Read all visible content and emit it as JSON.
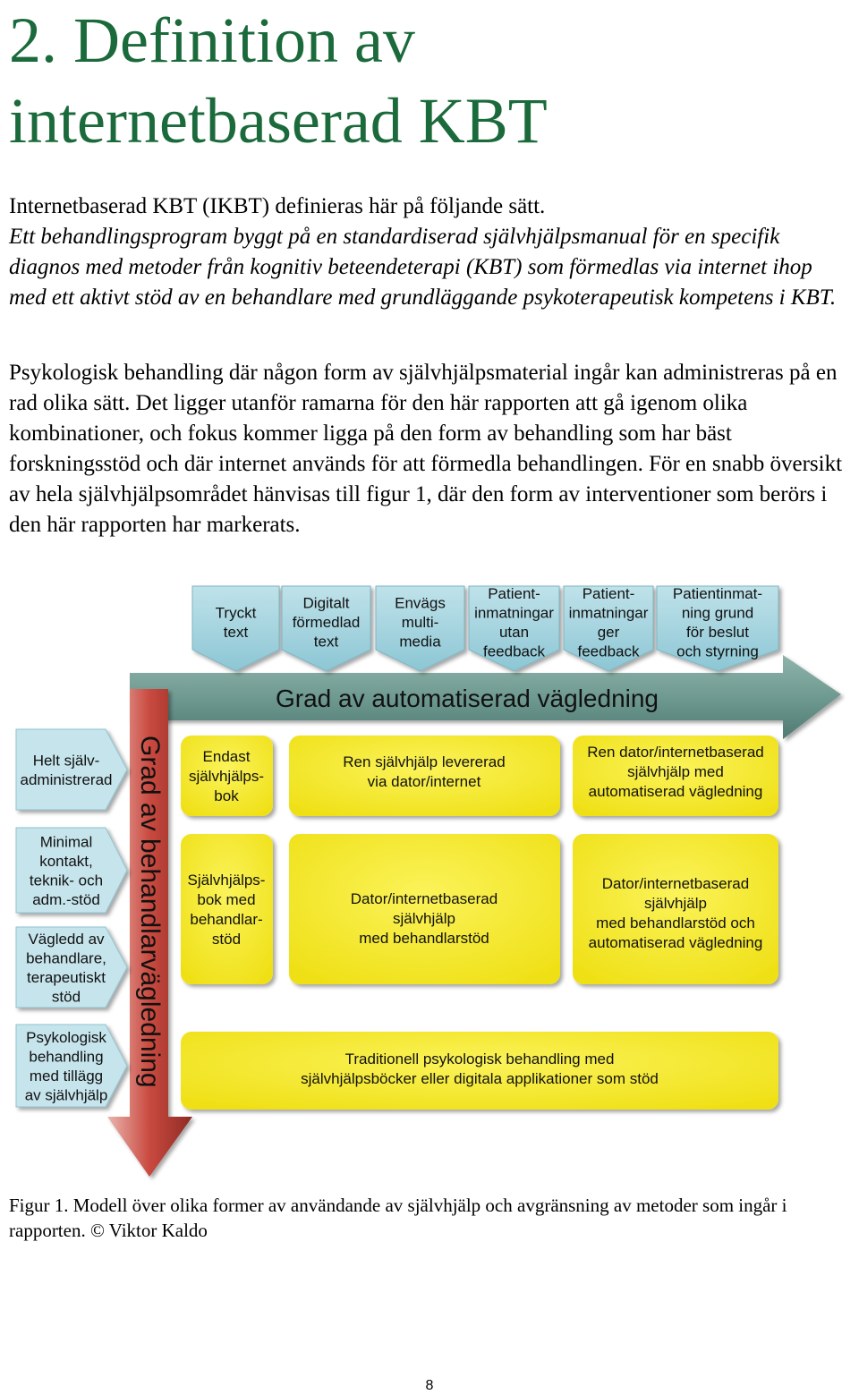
{
  "heading": {
    "line1": "2. Definition av",
    "line2": "internetbaserad KBT"
  },
  "intro": "Internetbaserad KBT (IKBT) definieras här på följande sätt.",
  "definition": "Ett behandlingsprogram byggt på en standardiserad självhjälpsmanual för en specifik diagnos med metoder från kognitiv beteendeterapi (KBT) som förmedlas via internet ihop med ett aktivt stöd av en behandlare med grundläggande psykoterapeutisk kompetens i KBT.",
  "body": "Psykologisk behandling där någon form av självhjälpsmaterial ingår kan administreras på en rad olika sätt. Det ligger utanför ramarna för den här rapporten att gå igenom olika kombinationer, och fokus kommer ligga på den form av behandling som har bäst forskningsstöd och där internet används för att förmedla behandlingen. För en snabb översikt av hela självhjälpsområdet hänvisas till figur 1, där den form av interventioner som berörs i den här rapporten har markerats.",
  "figure": {
    "horizontal_axis": "Grad av automatiserad vägledning",
    "vertical_axis": "Grad av behandlarvägledning",
    "top_labels": [
      [
        "Tryckt",
        "text"
      ],
      [
        "Digitalt",
        "förmedlad",
        "text"
      ],
      [
        "Envägs",
        "multi-",
        "media"
      ],
      [
        "Patient-",
        "inmatningar",
        "utan",
        "feedback"
      ],
      [
        "Patient-",
        "inmatningar",
        "ger",
        "feedback"
      ],
      [
        "Patientinmat-",
        "ning grund",
        "för beslut",
        "och styrning"
      ]
    ],
    "left_labels": [
      [
        "Helt själv-",
        "administrerad"
      ],
      [
        "Minimal",
        "kontakt,",
        "teknik- och",
        "adm.-stöd"
      ],
      [
        "Vägledd av",
        "behandlare,",
        "terapeutiskt",
        "stöd"
      ],
      [
        "Psykologisk",
        "behandling",
        "med tillägg",
        "av självhjälp"
      ]
    ],
    "cells": {
      "r1c1": [
        "Endast",
        "självhjälps-",
        "bok"
      ],
      "r1c2": [
        "Ren självhjälp levererad",
        "via dator/internet"
      ],
      "r1c3": [
        "Ren dator/internetbaserad",
        "självhjälp med",
        "automatiserad vägledning"
      ],
      "r2c1": [
        "Självhjälps-",
        "bok med",
        "behandlar-",
        "stöd"
      ],
      "r2c2": [
        "Dator/internetbaserad",
        "självhjälp",
        "med behandlarstöd"
      ],
      "r2c3": [
        "Dator/internetbaserad",
        "självhjälp",
        "med behandlarstöd och",
        "automatiserad vägledning"
      ],
      "r3": [
        "Traditionell psykologisk behandling med",
        "självhjälpsböcker eller digitala applikationer som stöd"
      ]
    },
    "colors": {
      "cell_fill": "#f7ec1e",
      "horizontal_arrow": "#6f9a91",
      "vertical_arrow": "#c9493f",
      "top_pentagon": "#a9d7e2",
      "left_pentagon": "#c6e4ec",
      "heading": "#1b6a3b"
    }
  },
  "caption": "Figur 1. Modell över olika former av användande av självhjälp och avgränsning av metoder som ingår i rapporten. © Viktor Kaldo",
  "page_number": "8"
}
